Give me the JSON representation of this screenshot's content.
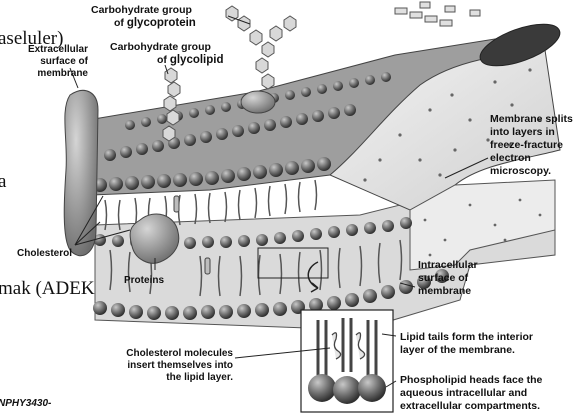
{
  "background_text": {
    "line1": "aseluler)",
    "line2": "a",
    "line3": "mak (ADEK)",
    "credit": "NPHY3430-"
  },
  "labels": {
    "glycoprotein_line1": "Carbohydrate group",
    "glycoprotein_line2_prefix": "of ",
    "glycoprotein_line2_bold": "glycoprotein",
    "glycolipid_line1": "Carbohydrate group",
    "glycolipid_line2_prefix": "of ",
    "glycolipid_line2_bold": "glycolipid",
    "extracellular_line1": "Extracellular",
    "extracellular_line2": "surface of",
    "extracellular_line3": "membrane",
    "splits_line1": "Membrane splits",
    "splits_line2": "into layers in",
    "splits_line3": "freeze-fracture",
    "splits_line4": "electron",
    "splits_line5": "microscopy.",
    "cholesterol": "Cholesterol",
    "proteins": "Proteins",
    "intracellular_line1": "Intracellular",
    "intracellular_line2": "surface of",
    "intracellular_line3": "membrane",
    "chol_molecules_line1": "Cholesterol molecules",
    "chol_molecules_line2": "insert themselves into",
    "chol_molecules_line3": "the lipid layer.",
    "lipid_tails_line1": "Lipid tails form the interior",
    "lipid_tails_line2": "layer of the membrane.",
    "heads_line1": "Phospholipid heads face the",
    "heads_line2": "aqueous intracellular and",
    "heads_line3": "extracellular compartments."
  },
  "colors": {
    "head": "#5a5a5a",
    "head_light": "#9a9a9a",
    "tail": "#7a7a7a",
    "protein": "#8a8a8a",
    "fracture": "#e3e3e3"
  }
}
